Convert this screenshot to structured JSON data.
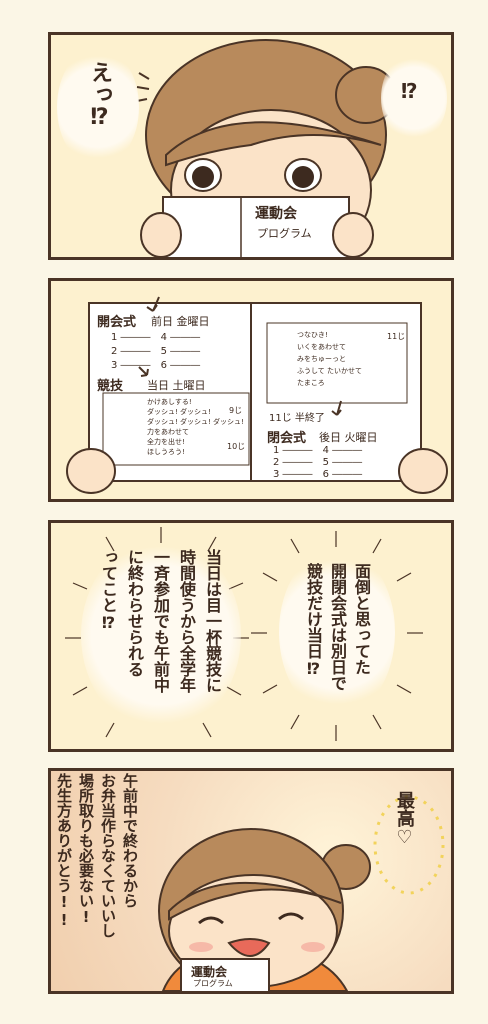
{
  "panel1": {
    "bubble_left": "えっ⁉",
    "bubble_right": "⁉",
    "paper_title": "運動会",
    "paper_subtitle": "プログラム"
  },
  "panel2": {
    "left_page": {
      "opening_heading": "開会式",
      "opening_day": "前日 金曜日",
      "opening_numbers": [
        "1",
        "4",
        "2",
        "5",
        "3",
        "6"
      ],
      "events_heading": "競技",
      "events_day": "当日 土曜日",
      "table_time_1": "9じ",
      "table_time_2": "10じ",
      "rows": [
        "かけあしする!",
        "ダッシュ! ダッシュ!",
        "ダッシュ! ダッシュ! ダッシュ!",
        "力をあわせて",
        "全力を出せ!",
        "ほしうろう!"
      ]
    },
    "right_page": {
      "time_label": "11じ",
      "rows": [
        "つなひき!",
        "いくをあわせて",
        "みをちゅーっと",
        "ふうして たいかせて",
        "たまころ"
      ],
      "end_label": "11じ 半終了",
      "closing_heading": "閉会式",
      "closing_day": "後日 火曜日",
      "closing_numbers": [
        "1",
        "4",
        "2",
        "5",
        "3",
        "6"
      ]
    }
  },
  "panel3": {
    "right_bubble_lines": [
      "面倒と思ってた",
      "開閉会式は別日で",
      "競技だけ当日⁉"
    ],
    "left_bubble_lines": [
      "当日は目一杯競技に",
      "時間使うから全学年",
      "一斉参加でも午前中",
      "に終わらせられる",
      "ってこと⁉"
    ]
  },
  "panel4": {
    "bubble": "最高♡",
    "handwritten_lines": [
      "午前中で終わるから",
      "お弁当作らなくていいし",
      "場所取りも必要ない!",
      "先生方ありがとう!!"
    ],
    "paper_title": "運動会",
    "paper_subtitle": "プログラム"
  },
  "colors": {
    "ink": "#4a3426",
    "panel_bg": "#fdf1cf",
    "hair": "#b88a5c",
    "skin": "#fbe3c8",
    "shirt": "#f08a3c",
    "blush": "#f4a79a"
  }
}
